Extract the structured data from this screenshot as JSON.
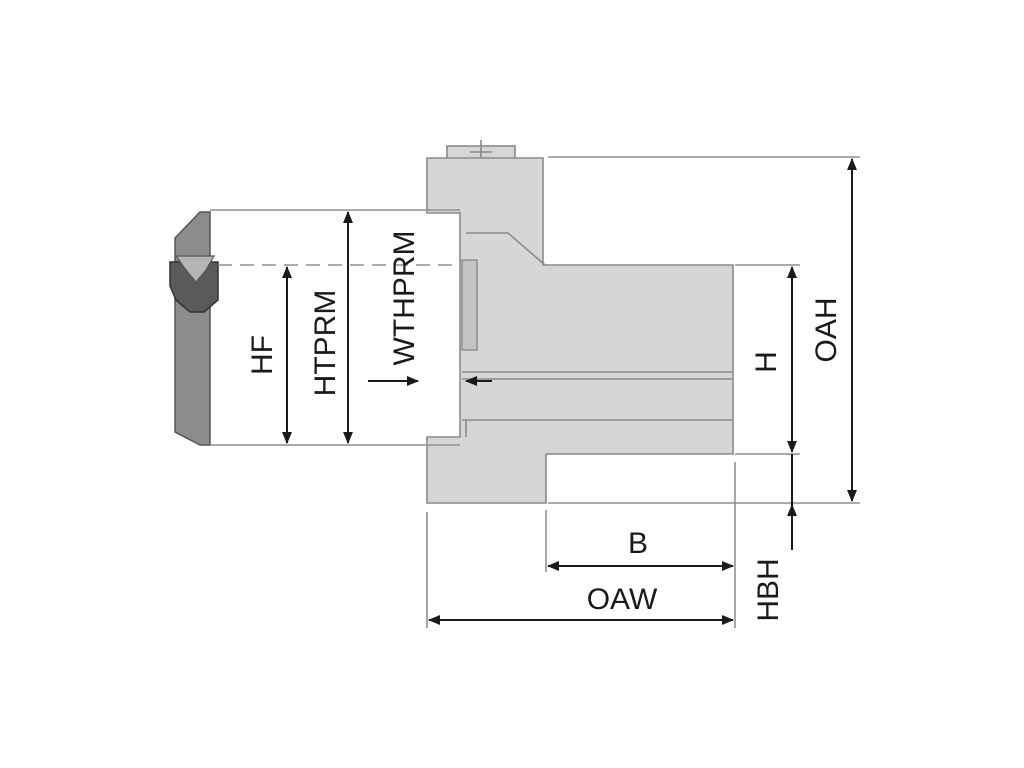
{
  "diagram": {
    "labels": {
      "hf": "HF",
      "htprm": "HTPRM",
      "wthprm": "WTHPRM",
      "h": "H",
      "oah": "OAH",
      "b": "B",
      "oaw": "OAW",
      "hbh": "HBH"
    }
  }
}
